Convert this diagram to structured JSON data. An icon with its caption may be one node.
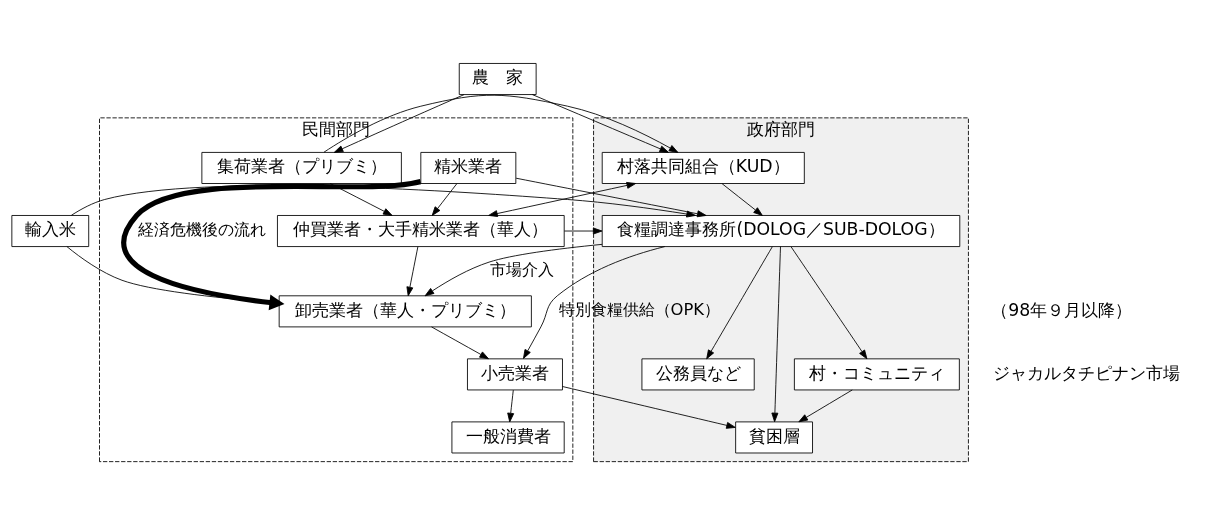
{
  "diagram": {
    "nodes": [
      {
        "text": [
          "政府部門"
        ]
      },
      {
        "text": [
          "農　家"
        ]
      },
      {
        "text": [
          "民間部門"
        ]
      },
      {
        "text": [
          "村落共同組合（KUD）"
        ],
        "in": 0
      },
      {
        "text": [
          "集荷業者（プリブミ）"
        ],
        "in": 2
      },
      {
        "text": [
          "精米業者"
        ],
        "in": 2
      },
      {
        "text": [
          "輸入米"
        ]
      },
      {
        "text": [
          "食糧調達事務所(DOLOG／SUB-DOLOG）"
        ],
        "in": 0
      },
      {
        "text": [
          "仲買業者・大手精米業者（華人）"
        ],
        "in": 2
      },
      {
        "text": [
          "卸売業者（華人・プリブミ）"
        ],
        "in": 2
      },
      {
        "text": [
          "村・コミュニティ"
        ],
        "in": 0
      },
      {
        "text": [
          "小売業者"
        ],
        "in": 2
      },
      {
        "text": [
          "公務員など"
        ],
        "in": 0
      },
      {
        "text": [
          "貧困層"
        ],
        "in": 0
      },
      {
        "text": [
          "一般消費者"
        ],
        "in": 2
      }
    ],
    "edges": [
      {
        "from": 1,
        "to": 3,
        "arrow": "to"
      },
      {
        "from": 1,
        "to": 4,
        "arrow": "to"
      },
      {
        "from": 4,
        "to": 3,
        "arrow": "to"
      },
      {
        "from": 3,
        "to": 7,
        "arrow": "to"
      },
      {
        "from": 3,
        "to": 8,
        "arrow": "both"
      },
      {
        "from": 5,
        "to": 7,
        "arrow": "to"
      },
      {
        "from": 4,
        "to": 8,
        "arrow": "to"
      },
      {
        "from": 5,
        "to": 8,
        "arrow": "to"
      },
      {
        "from": 8,
        "to": 7,
        "arrow": "to"
      },
      {
        "from": 6,
        "to": 7,
        "arrow": "to"
      },
      {
        "from": 7,
        "to": 9,
        "arrow": "to",
        "label": "市場介入"
      },
      {
        "from": 6,
        "to": 9,
        "arrow": "to"
      },
      {
        "from": 7,
        "to": 10,
        "arrow": "to"
      },
      {
        "from": 7,
        "to": 11,
        "arrow": "to",
        "label": "特別食糧供給（OPK）"
      },
      {
        "from": 7,
        "to": 13,
        "arrow": "to"
      },
      {
        "from": 7,
        "to": 12,
        "arrow": "to"
      },
      {
        "from": 8,
        "to": 9,
        "arrow": "to"
      },
      {
        "from": 5,
        "to": 9,
        "arrow": "to",
        "style": "thick",
        "label": "経済危機後の流れ"
      },
      {
        "from": 9,
        "to": 11,
        "arrow": "to"
      },
      {
        "from": 10,
        "to": 13,
        "arrow": "to"
      },
      {
        "from": 11,
        "to": 13,
        "arrow": "to"
      },
      {
        "from": 11,
        "to": 14,
        "arrow": "to"
      }
    ],
    "labels": [
      "（98年９月以降）",
      "ジャカルタチピナン市場"
    ]
  }
}
